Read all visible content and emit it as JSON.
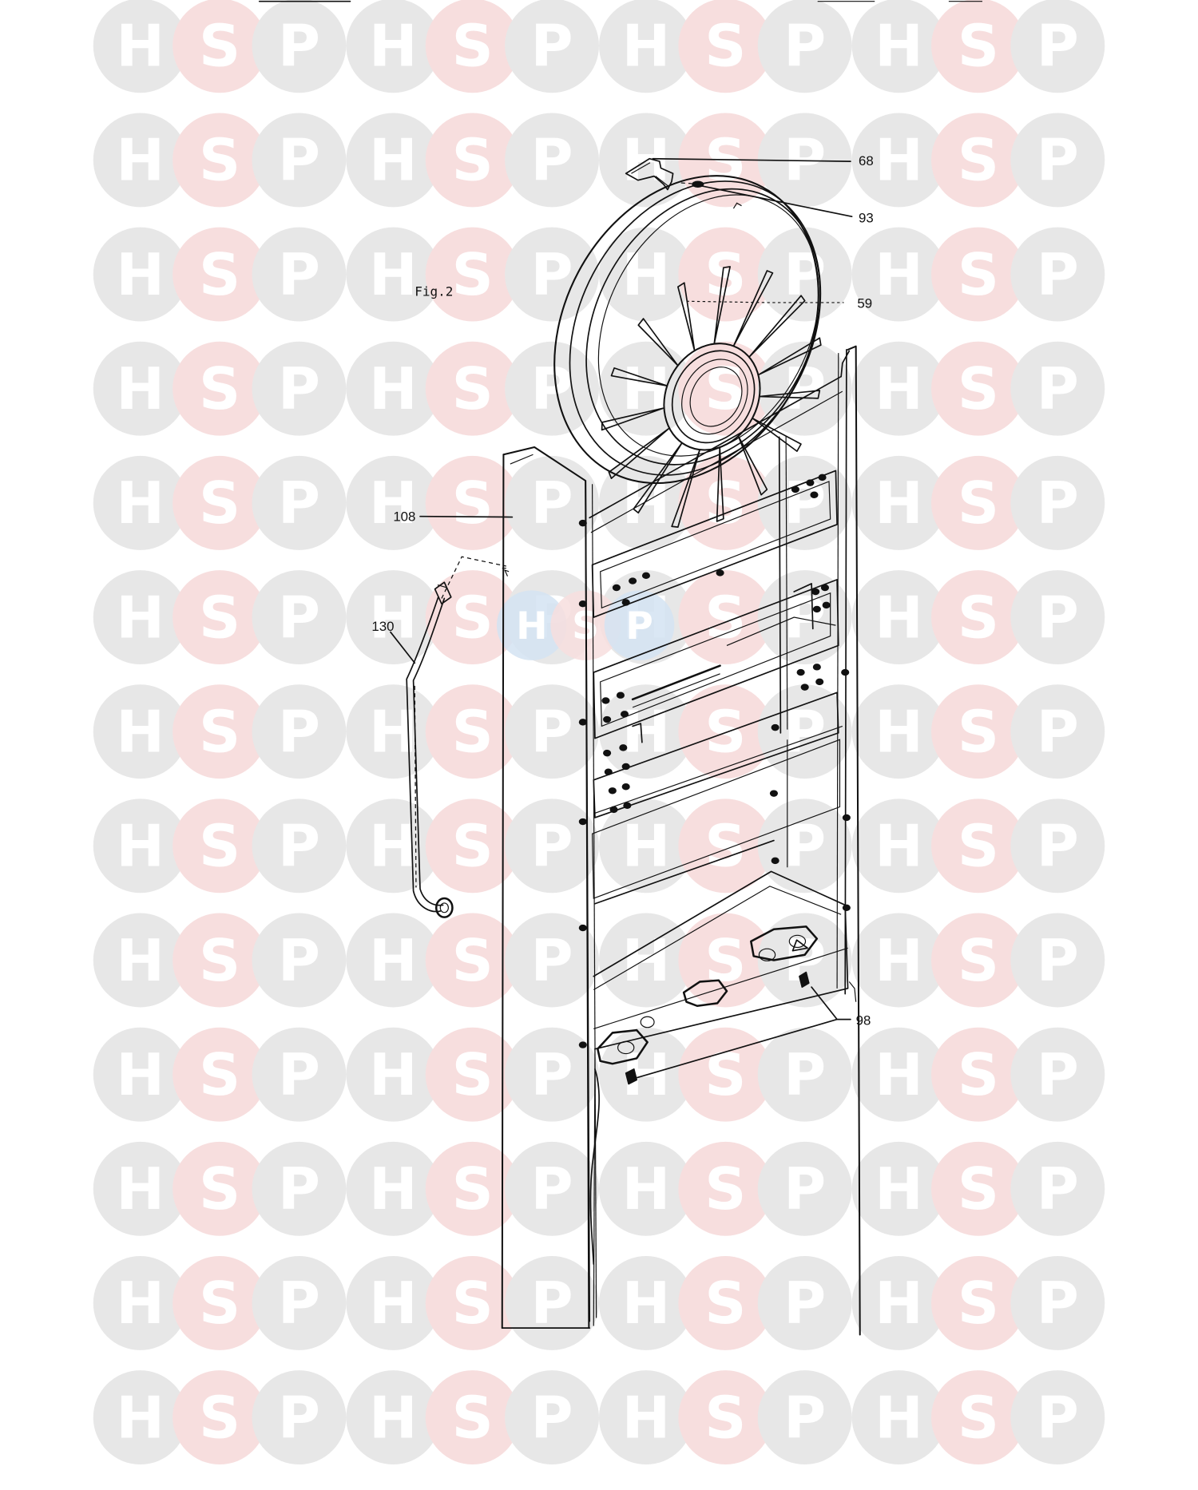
{
  "figure": {
    "label": "Fig.2"
  },
  "watermark": {
    "letters": [
      "H",
      "S",
      "P"
    ],
    "colors": {
      "grey": "#e7e7e7",
      "pink": "#f7dede",
      "blue": "#d3e3f2"
    }
  },
  "callouts": [
    {
      "id": "68",
      "label": "68"
    },
    {
      "id": "93",
      "label": "93"
    },
    {
      "id": "59",
      "label": "59"
    },
    {
      "id": "108",
      "label": "108"
    },
    {
      "id": "130",
      "label": "130"
    },
    {
      "id": "98",
      "label": "98"
    }
  ],
  "colors": {
    "ink": "#111111",
    "background": "#ffffff"
  }
}
